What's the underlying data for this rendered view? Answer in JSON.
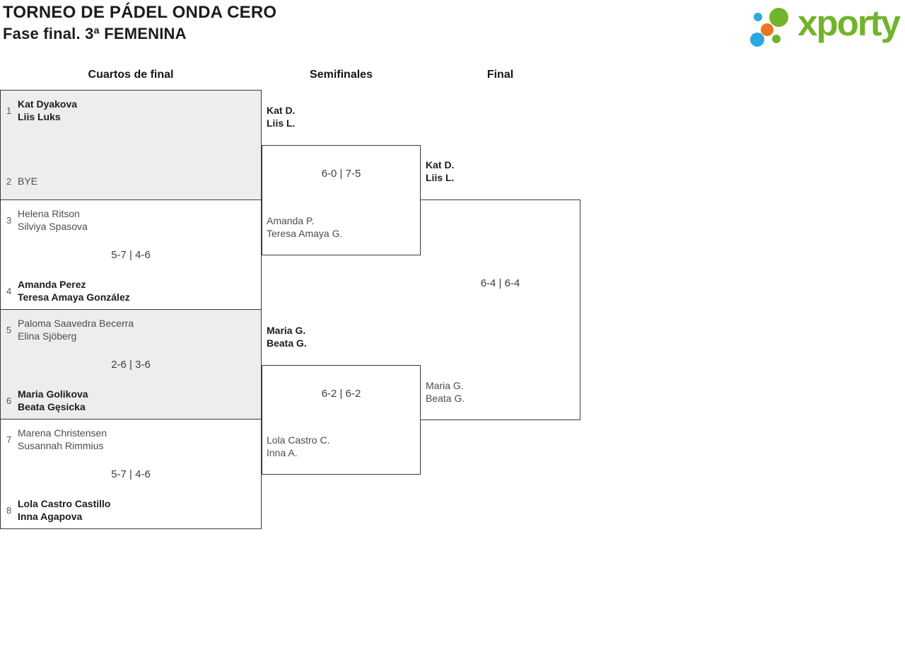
{
  "header": {
    "title": "TORNEO DE PÁDEL ONDA CERO",
    "subtitle": "Fase final. 3ª FEMENINA",
    "logo": {
      "brand": "xporty",
      "colors": {
        "green": "#72b32c",
        "blue": "#2aa9e0",
        "orange": "#e87722"
      }
    }
  },
  "columns": [
    {
      "label": "Cuartos de final"
    },
    {
      "label": "Semifinales"
    },
    {
      "label": "Final"
    }
  ],
  "bracket": {
    "quarterfinals": [
      {
        "score": "",
        "top": {
          "seed": "1",
          "lines": [
            "Kat Dyakova",
            "Liis Luks"
          ],
          "winner": true
        },
        "bottom": {
          "seed": "2",
          "lines": [
            "BYE"
          ],
          "winner": false
        }
      },
      {
        "score": "5-7 | 4-6",
        "top": {
          "seed": "3",
          "lines": [
            "Helena Ritson",
            "Silviya Spasova"
          ],
          "winner": false
        },
        "bottom": {
          "seed": "4",
          "lines": [
            "Amanda Perez",
            "Teresa Amaya González"
          ],
          "winner": true
        }
      },
      {
        "score": "2-6 | 3-6",
        "top": {
          "seed": "5",
          "lines": [
            "Paloma Saavedra Becerra",
            "Elina Sjöberg"
          ],
          "winner": false
        },
        "bottom": {
          "seed": "6",
          "lines": [
            "Maria Golikova",
            "Beata Gęsicka"
          ],
          "winner": true
        }
      },
      {
        "score": "5-7 | 4-6",
        "top": {
          "seed": "7",
          "lines": [
            "Marena Christensen",
            "Susannah Rimmius"
          ],
          "winner": false
        },
        "bottom": {
          "seed": "8",
          "lines": [
            "Lola Castro Castillo",
            "Inna Agapova"
          ],
          "winner": true
        }
      }
    ],
    "semifinals": [
      {
        "score": "6-0 | 7-5",
        "top": {
          "lines": [
            "Kat D.",
            "Liis L."
          ],
          "winner": true
        },
        "bottom": {
          "lines": [
            "Amanda P.",
            "Teresa Amaya G."
          ],
          "winner": false
        }
      },
      {
        "score": "6-2 | 6-2",
        "top": {
          "lines": [
            "Maria G.",
            "Beata G."
          ],
          "winner": true
        },
        "bottom": {
          "lines": [
            "Lola Castro C.",
            "Inna A."
          ],
          "winner": false
        }
      }
    ],
    "final": {
      "score": "6-4 | 6-4",
      "top": {
        "lines": [
          "Kat D.",
          "Liis L."
        ],
        "winner": true
      },
      "bottom": {
        "lines": [
          "Maria G.",
          "Beata G."
        ],
        "winner": false
      }
    }
  }
}
